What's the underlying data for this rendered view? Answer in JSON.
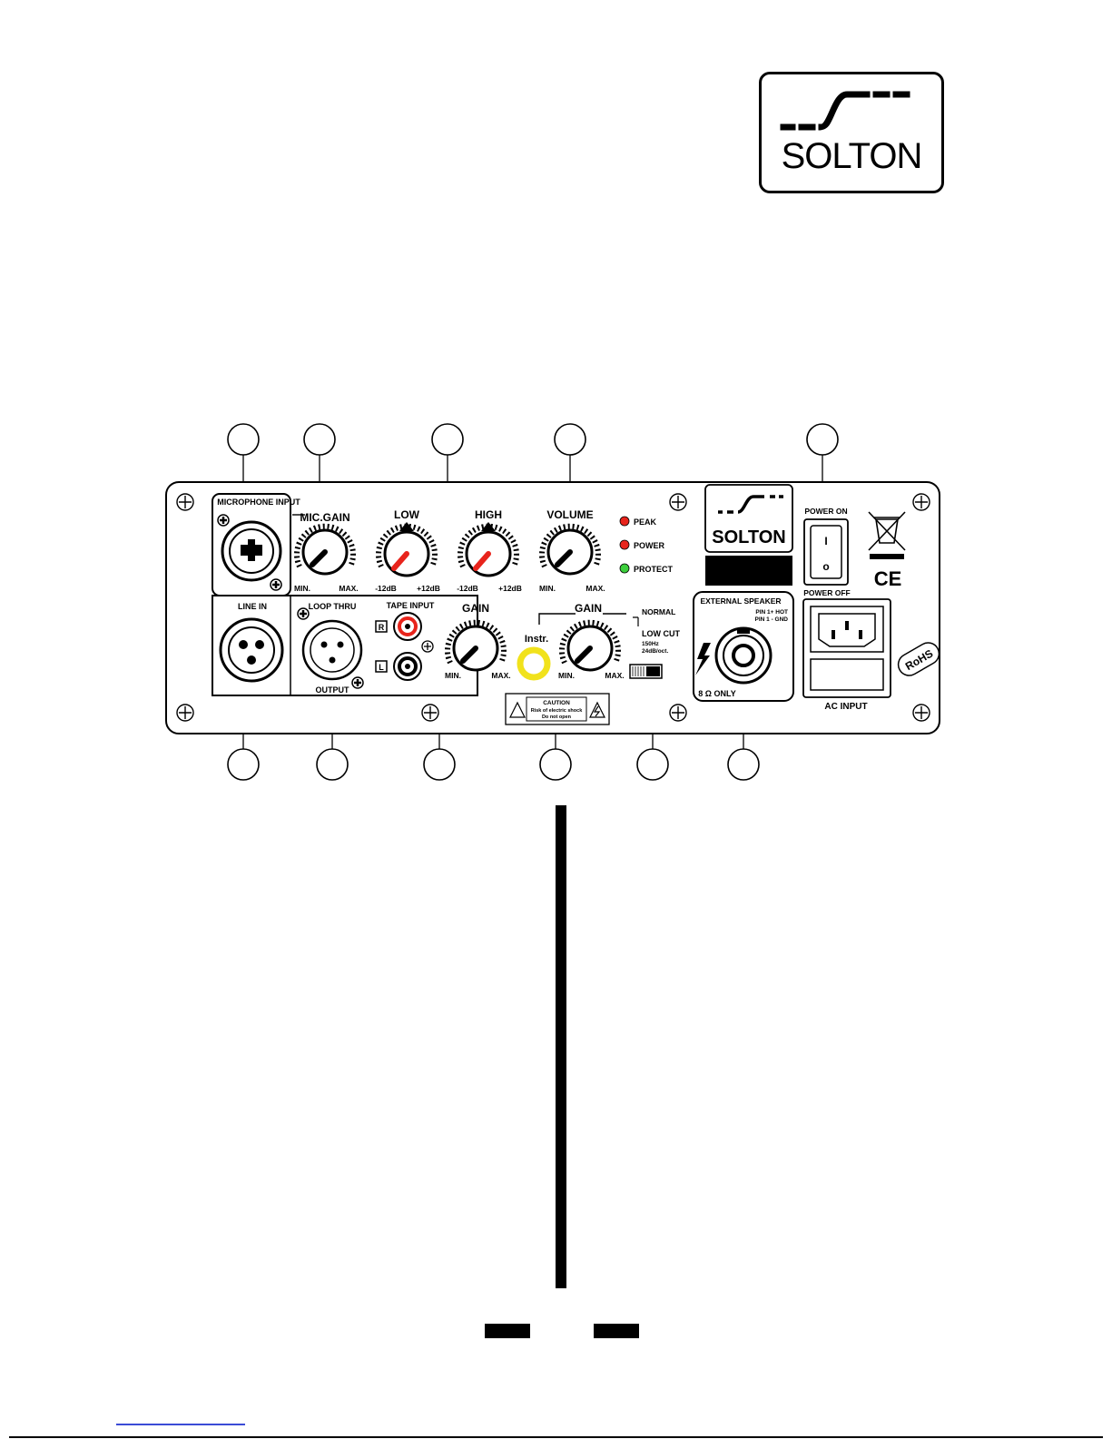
{
  "brand": {
    "name": "SOLTON"
  },
  "panel": {
    "sections": {
      "microphone_input": "MICROPHONE INPUT",
      "mic_gain": "MIC.GAIN",
      "low": "LOW",
      "high": "HIGH",
      "volume": "VOLUME",
      "line_in": "LINE IN",
      "loop_thru": "LOOP THRU",
      "output": "OUTPUT",
      "tape_input": "TAPE INPUT",
      "gain": "GAIN",
      "instr_gain": "GAIN",
      "instr": "Instr.",
      "normal": "NORMAL",
      "low_cut": "LOW CUT",
      "low_cut_freq": "150Hz",
      "low_cut_slope": "24dB/oct.",
      "external_speaker": "EXTERNAL SPEAKER",
      "pin_hot": "PIN 1+ HOT",
      "pin_gnd": "PIN 1 - GND",
      "ohm_only": "8 Ω ONLY",
      "power_on": "POWER ON",
      "power_off": "POWER OFF",
      "ac_input": "AC INPUT",
      "rohs": "RoHS",
      "ce": "CE",
      "channel_r": "R",
      "channel_l": "L"
    },
    "scale": {
      "min": "MIN.",
      "max": "MAX.",
      "minus12": "-12dB",
      "plus12": "+12dB"
    },
    "leds": [
      {
        "label": "PEAK",
        "color": "#e8241c"
      },
      {
        "label": "POWER",
        "color": "#e8241c"
      },
      {
        "label": "PROTECT",
        "color": "#3ccf3c"
      }
    ],
    "switch_marks": {
      "on": "I",
      "off": "o"
    },
    "caution": {
      "title": "CAUTION",
      "line1": "Risk of electric shock",
      "line2": "Do not open"
    }
  },
  "colors": {
    "eq_pointer": "#e8241c",
    "instr_jack": "#f1e21c",
    "rca_right": "#e8241c"
  }
}
